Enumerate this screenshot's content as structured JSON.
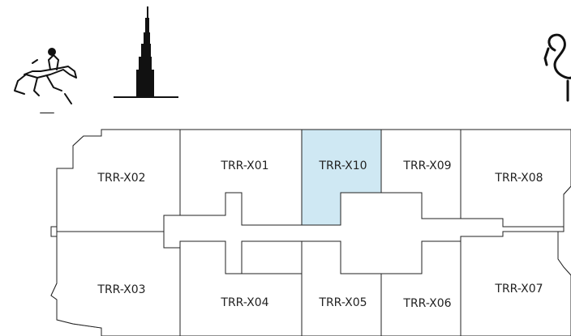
{
  "floorplan": {
    "units": [
      {
        "id": "TRR-X02",
        "selected": false
      },
      {
        "id": "TRR-X01",
        "selected": false
      },
      {
        "id": "TRR-X10",
        "selected": true
      },
      {
        "id": "TRR-X09",
        "selected": false
      },
      {
        "id": "TRR-X08",
        "selected": false
      },
      {
        "id": "TRR-X03",
        "selected": false
      },
      {
        "id": "TRR-X04",
        "selected": false
      },
      {
        "id": "TRR-X05",
        "selected": false
      },
      {
        "id": "TRR-X06",
        "selected": false
      },
      {
        "id": "TRR-X07",
        "selected": false
      }
    ],
    "selected_color": "#cfe8f3"
  },
  "icons": [
    "horse-rider-icon",
    "burj-khalifa-icon",
    "flamingo-icon"
  ]
}
